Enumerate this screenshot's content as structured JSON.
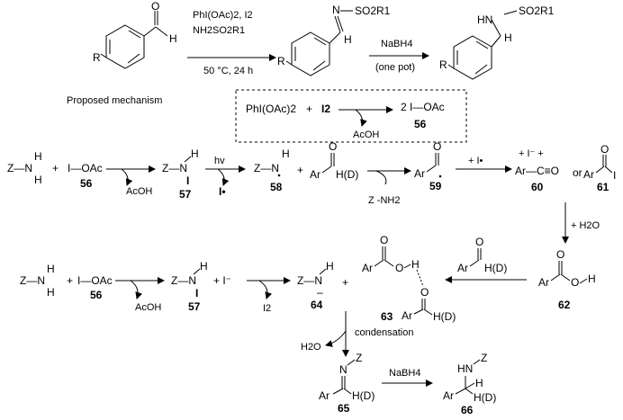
{
  "top_reaction": {
    "substituent_R": "R",
    "aldehyde_H": "H",
    "aldehyde_O": "O",
    "imine_N": "N",
    "sulfonyl": "SO2R1",
    "amine_HN": "HN",
    "ring_R2": "R",
    "ring_R3": "R",
    "cond1_line1": "PhI(OAc)2, I2",
    "cond1_line2": "NH2SO2R1",
    "cond1_line3": "50 °C, 24 h",
    "cond2_line1": "NaBH4",
    "cond2_line2": "(one pot)",
    "imine_H": "H",
    "amine_H": "H"
  },
  "mechanism_label": "Proposed mechanism",
  "box": {
    "reactant1": "PhI(OAc)2",
    "plus": "+",
    "reactant2": "I2",
    "product": "2 I—OAc",
    "product_number": "56",
    "byproduct": "AcOH"
  },
  "row1": {
    "zn": "Z—N",
    "h_top": "H",
    "h_bottom": "H",
    "plus1": "+",
    "ioac": "I—OAc",
    "ioac_num": "56",
    "acoh": "AcOH",
    "c57_zn": "Z—N",
    "c57_h": "H",
    "c57_i": "I",
    "c57_num": "57",
    "hv": "hv",
    "i_radical": "I•",
    "c58_zn": "Z—N",
    "c58_h": "H",
    "c58_num": "58",
    "plus2": "+",
    "ar1": "Ar",
    "o1": "O",
    "hd1": "H(D)",
    "znh2": "Z -NH2",
    "ar2": "Ar",
    "o2": "O",
    "c59_num": "59",
    "plus_i": "+ I•",
    "c60_text": "+ I⁻ +",
    "c60_arco": "Ar—C≡O",
    "c60_num": "60",
    "or": "or",
    "c61_ar": "Ar",
    "c61_o": "O",
    "c61_i": "I",
    "c61_num": "61",
    "plus_h2o": "+ H2O"
  },
  "row2": {
    "zn": "Z—N",
    "h_top": "H",
    "h_bottom": "H",
    "plus1": "+",
    "ioac": "I—OAc",
    "ioac_num": "56",
    "acoh": "AcOH",
    "c57_zn": "Z—N",
    "c57_h": "H",
    "c57_i": "I",
    "c57_num": "57",
    "plus2": "+ I⁻",
    "i2": "I2",
    "c64_zn": "Z—N",
    "c64_h": "H",
    "c64_minus": "–",
    "c64_num": "64",
    "plus3": "+",
    "acid_ar": "Ar",
    "acid_o1": "O",
    "acid_o2": "O",
    "acid_h": "H",
    "c63_ar": "Ar",
    "c63_o": "O",
    "c63_hd": "H(D)",
    "c63_num": "63",
    "ald_ar": "Ar",
    "ald_o": "O",
    "ald_hd": "H(D)",
    "c62_ar": "Ar",
    "c62_o1": "O",
    "c62_o2": "O",
    "c62_h": "H",
    "c62_num": "62"
  },
  "row3": {
    "h2o": "H2O",
    "condensation": "condensation",
    "c65_n": "N",
    "c65_z": "Z",
    "c65_ar": "Ar",
    "c65_hd": "H(D)",
    "c65_num": "65",
    "nabh4": "NaBH4",
    "c66_hn": "HN",
    "c66_z": "Z",
    "c66_h": "H",
    "c66_ar": "Ar",
    "c66_hd": "H(D)",
    "c66_num": "66"
  }
}
